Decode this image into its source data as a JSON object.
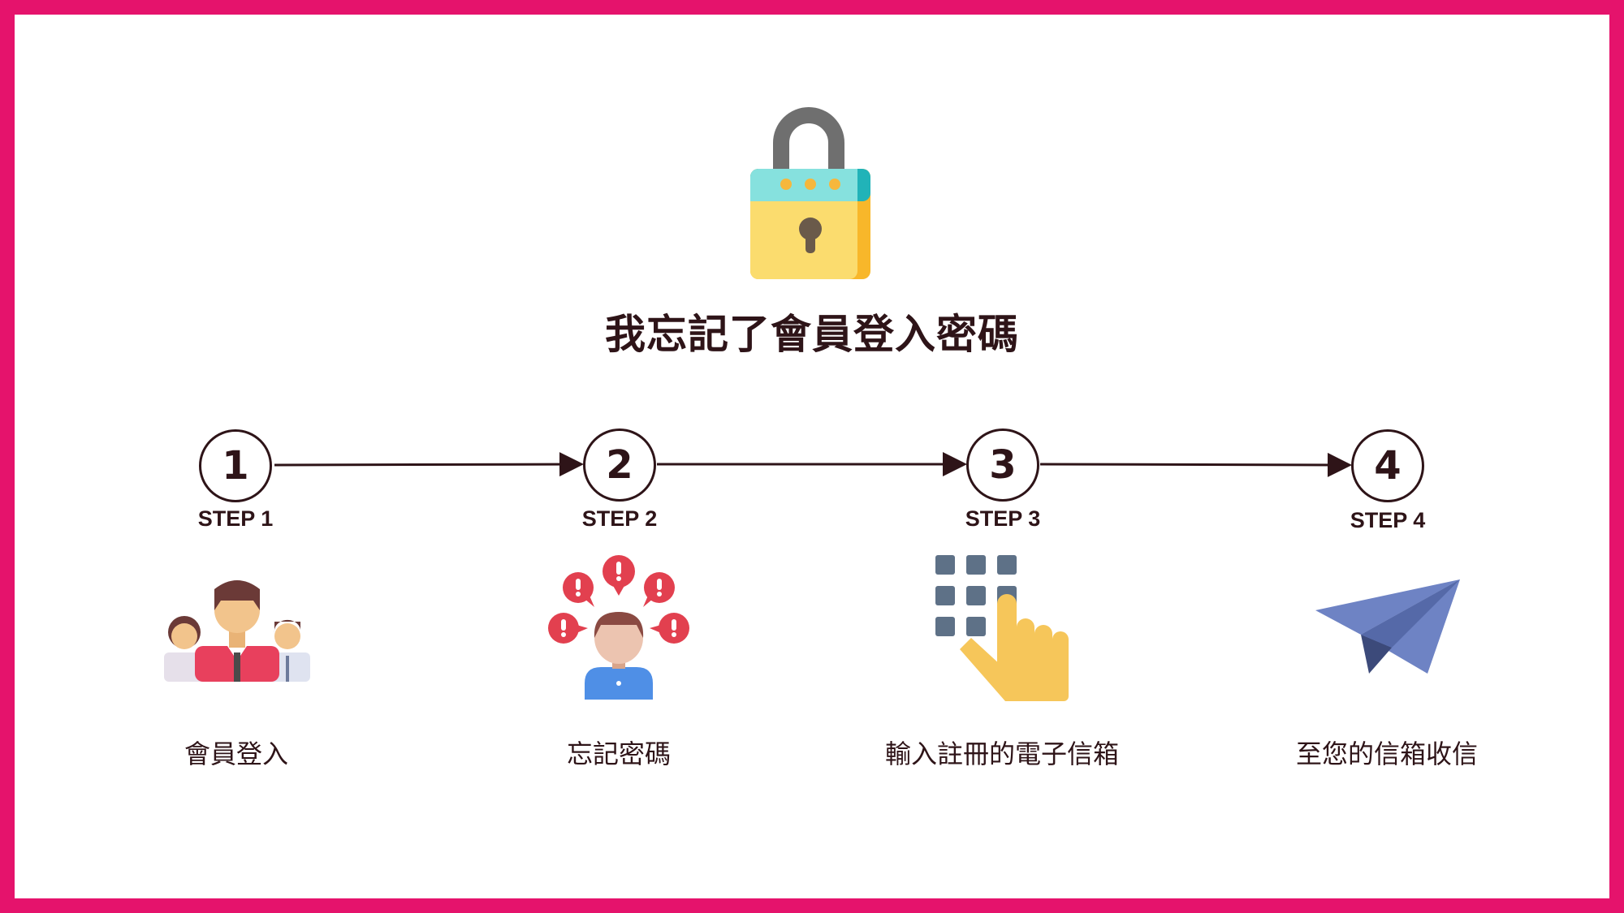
{
  "title": "我忘記了會員登入密碼",
  "colors": {
    "frame": "#e5136c",
    "ink": "#2e1418"
  },
  "header_icon": "padlock-icon",
  "steps": [
    {
      "number": "1",
      "label": "STEP 1",
      "caption": "會員登入",
      "icon": "user-group-icon"
    },
    {
      "number": "2",
      "label": "STEP 2",
      "caption": "忘記密碼",
      "icon": "confused-person-icon"
    },
    {
      "number": "3",
      "label": "STEP 3",
      "caption": "輸入註冊的電子信箱",
      "icon": "keypad-hand-icon"
    },
    {
      "number": "4",
      "label": "STEP 4",
      "caption": "至您的信箱收信",
      "icon": "paper-plane-icon"
    }
  ]
}
